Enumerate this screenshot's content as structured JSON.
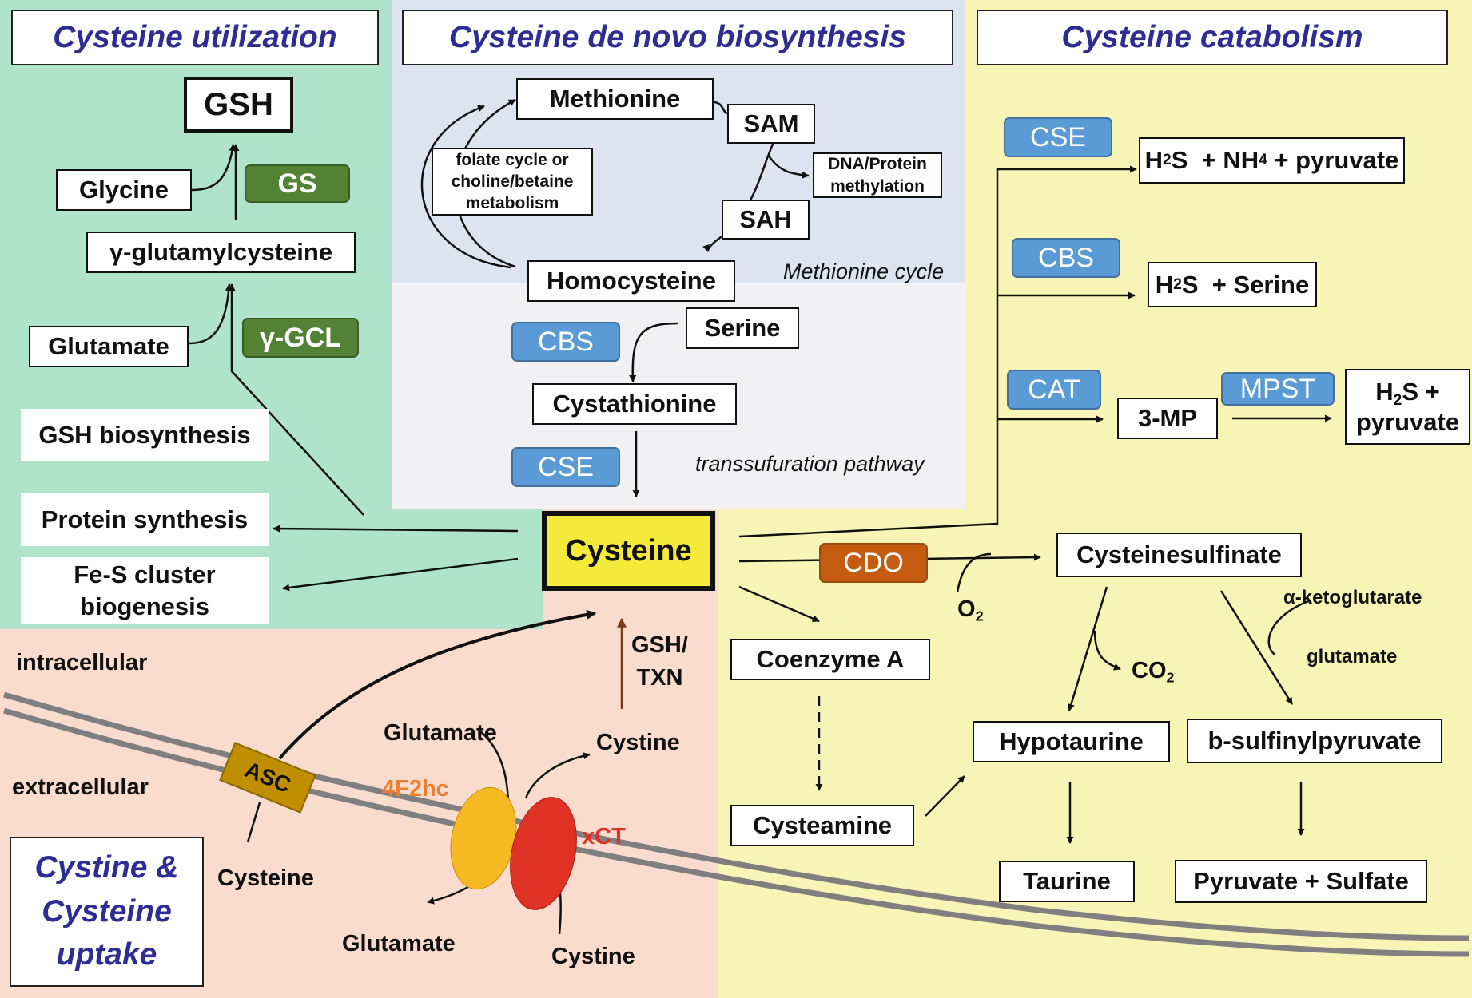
{
  "colors": {
    "utilization_bg": "#b0e3cc",
    "biosynthesis_bg": "#dde4f1",
    "biosynthesis_lower_bg": "#f1f1f3",
    "catabolism_bg": "#f8f4b6",
    "uptake_bg": "#f9dccd",
    "title_text": "#2e2d93",
    "enzyme_blue": "#5b9bd5",
    "enzyme_green": "#548235",
    "enzyme_orange": "#c55a11",
    "cysteine_box": "#f3ea39",
    "label_4f2hc": "#ed7d31",
    "label_xct": "#e03127"
  },
  "titles": {
    "utilization": "Cysteine utilization",
    "biosynthesis": "Cysteine de novo biosynthesis",
    "catabolism": "Cysteine catabolism",
    "uptake_line1": "Cystine &",
    "uptake_line2": "Cysteine",
    "uptake_line3": "uptake"
  },
  "utilization": {
    "gsh": "GSH",
    "glycine": "Glycine",
    "gs": "GS",
    "gamma_glutamylcysteine": "γ-glutamylcysteine",
    "glutamate": "Glutamate",
    "gamma_gcl": "γ-GCL",
    "gsh_biosynthesis": "GSH biosynthesis",
    "protein_synthesis": "Protein synthesis",
    "fes_line1": "Fe-S cluster",
    "fes_line2": "biogenesis"
  },
  "biosynthesis": {
    "methionine": "Methionine",
    "sam": "SAM",
    "sah": "SAH",
    "dna_line1": "DNA/Protein",
    "dna_line2": "methylation",
    "folate_line1": "folate cycle or",
    "folate_line2": "choline/betaine",
    "folate_line3": "metabolism",
    "homocysteine": "Homocysteine",
    "methionine_cycle": "Methionine cycle",
    "cbs": "CBS",
    "serine": "Serine",
    "cystathionine": "Cystathionine",
    "cse": "CSE",
    "transsulfuration": "transsufuration pathway"
  },
  "cysteine": "Cysteine",
  "catabolism": {
    "cse": "CSE",
    "cse_product_h2s": "H",
    "cse_product_rest1": "S  + NH",
    "cse_product_rest2": " + pyruvate",
    "cbs": "CBS",
    "cbs_product_h": "H",
    "cbs_product_rest": "S  + Serine",
    "cat": "CAT",
    "three_mp": "3-MP",
    "mpst": "MPST",
    "mpst_product_h": "H",
    "mpst_product_rest": "S +",
    "mpst_product_line2": "pyruvate",
    "cdo": "CDO",
    "o2": "O",
    "cysteinesulfinate": "Cysteinesulfinate",
    "co2": "CO",
    "alpha_kg": "α-ketoglutarate",
    "glutamate": "glutamate",
    "hypotaurine": "Hypotaurine",
    "sulfinylpyruvate": "b-sulfinylpyruvate",
    "taurine": "Taurine",
    "pyruvate_sulfate": "Pyruvate + Sulfate",
    "coenzyme_a": "Coenzyme A",
    "cysteamine": "Cysteamine"
  },
  "subscripts": {
    "two": "2",
    "four": "4"
  },
  "uptake": {
    "intracellular": "intracellular",
    "extracellular": "extracellular",
    "asc": "ASC",
    "cysteine": "Cysteine",
    "glutamate_top": "Glutamate",
    "glutamate_bottom": "Glutamate",
    "label_4f2hc": "4F2hc",
    "xct": "xCT",
    "cystine_top": "Cystine",
    "cystine_bottom": "Cystine",
    "gsh_txn_line1": "GSH/",
    "gsh_txn_line2": "TXN"
  }
}
